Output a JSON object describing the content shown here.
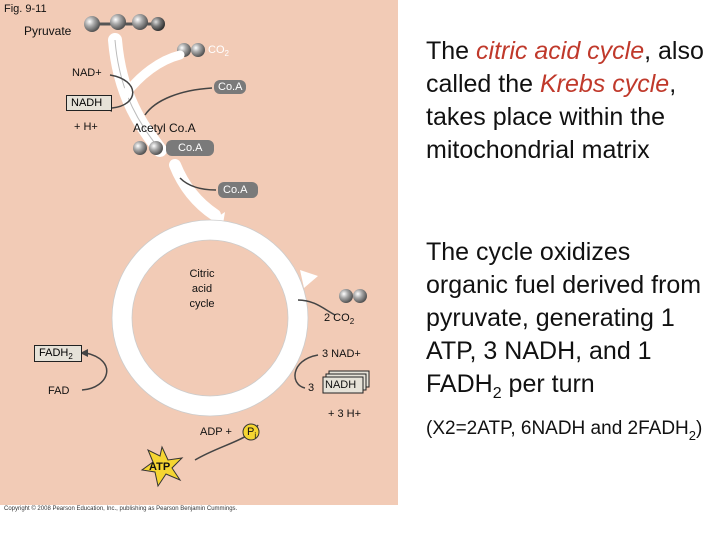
{
  "figure": {
    "fig_label": "Fig. 9-11",
    "pyruvate": "Pyruvate",
    "co2_top_base": "CO",
    "co2_top_sub": "2",
    "nad_plus": "NAD+",
    "coa_1": "Co.A",
    "nadh_top": "NADH",
    "h_plus_top": "+ H+",
    "acetyl_coa": "Acetyl Co.A",
    "coa_2": "Co.A",
    "coa_3": "Co.A",
    "cycle_label_1": "Citric",
    "cycle_label_2": "acid",
    "cycle_label_3": "cycle",
    "two_co2": "2 CO",
    "two_co2_sub": "2",
    "fadh2_base": "FADH",
    "fadh2_sub": "2",
    "three_nad": "3 NAD+",
    "fad": "FAD",
    "three": "3",
    "nadh_bottom": "NADH",
    "three_h": "+ 3 H+",
    "adp_plus": "ADP +",
    "pi": "P",
    "pi_sub": "i",
    "atp": "ATP",
    "copyright": "Copyright © 2008 Pearson Education, Inc., publishing as Pearson Benjamin Cummings."
  },
  "text": {
    "p1_a": "The ",
    "p1_b": "citric acid cycle",
    "p1_c": ", also called the ",
    "p1_d": "Krebs cycle",
    "p1_e": ", takes place within the mitochondrial matrix",
    "p2_a": "The cycle oxidizes organic fuel derived from pyruvate, generating 1 ATP, 3 NADH, and 1 FADH",
    "p2_sub": "2",
    "p2_b": " per turn",
    "p2_c": "(X2=2ATP, 6NADH and 2FADH",
    "p2_sub2": "2",
    "p2_d": ")"
  },
  "colors": {
    "panel_bg": "#f2cbb6",
    "accent_red": "#c0392b",
    "atp_yellow": "#f5d531",
    "molecule_gray": "#8a8a8a"
  }
}
